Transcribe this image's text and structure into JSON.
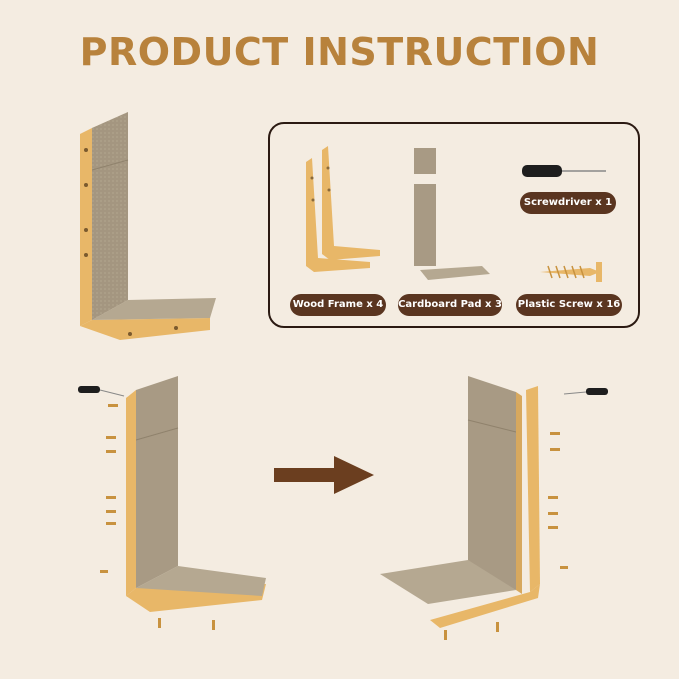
{
  "title": "PRODUCT INSTRUCTION",
  "parts": [
    {
      "label": "Wood Frame x 4"
    },
    {
      "label": "Cardboard Pad x 3"
    },
    {
      "label": "Plastic Screw x 16"
    },
    {
      "label": "Screwdriver x 1"
    }
  ],
  "colors": {
    "background": "#f4ece1",
    "title": "#b8823c",
    "label_bg": "#5a3520",
    "label_text": "#ffffff",
    "wood": "#e8b768",
    "cardboard": "#a89a84",
    "arrow": "#6b3e1f"
  },
  "icons": {
    "arrow": "arrow-right-icon",
    "screwdriver": "screwdriver-icon",
    "screw": "screw-icon"
  }
}
